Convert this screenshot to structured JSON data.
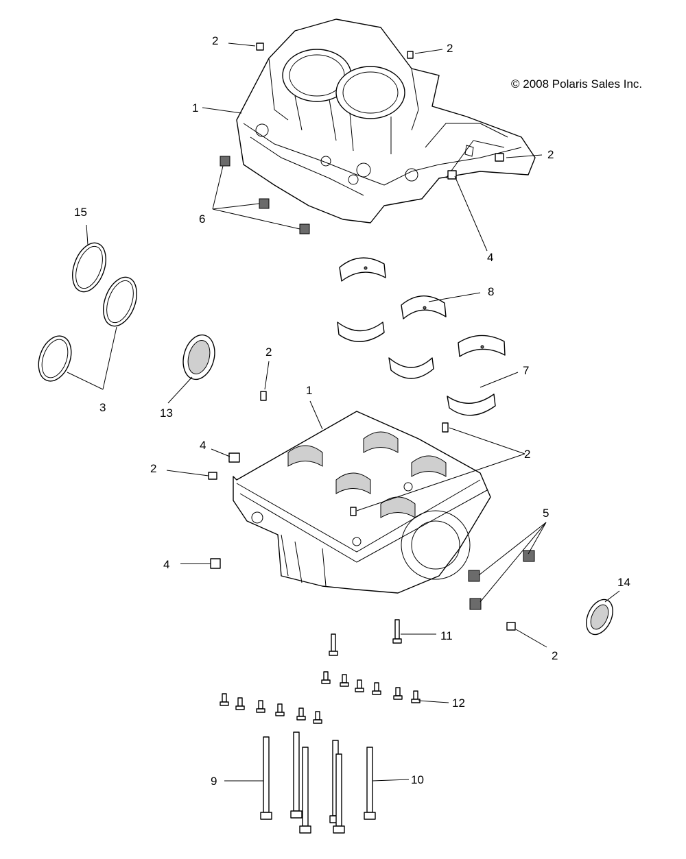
{
  "copyright": "© 2008 Polaris Sales Inc.",
  "callouts": {
    "c1a": "1",
    "c1b": "1",
    "c2a": "2",
    "c2b": "2",
    "c2c": "2",
    "c2d": "2",
    "c2e": "2",
    "c2f": "2",
    "c2g": "2",
    "c3": "3",
    "c4a": "4",
    "c4b": "4",
    "c4c": "4",
    "c5": "5",
    "c6": "6",
    "c7": "7",
    "c8": "8",
    "c9": "9",
    "c10": "10",
    "c11": "11",
    "c12": "12",
    "c13": "13",
    "c14": "14",
    "c15": "15"
  }
}
